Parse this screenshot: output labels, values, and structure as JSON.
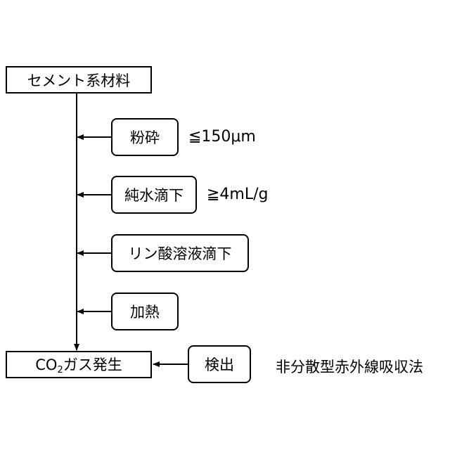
{
  "source": {
    "label": "セメント系材料"
  },
  "steps": [
    {
      "label": "粉砕",
      "note": "≦150μm"
    },
    {
      "label": "純水滴下",
      "note": "≧4mL/g"
    },
    {
      "label": "リン酸溶液滴下"
    },
    {
      "label": "加熱"
    }
  ],
  "result": {
    "label_prefix": "CO",
    "label_sub": "2",
    "label_suffix": "ガス発生"
  },
  "detection": {
    "label": "検出",
    "method": "非分散型赤外線吸収法"
  }
}
